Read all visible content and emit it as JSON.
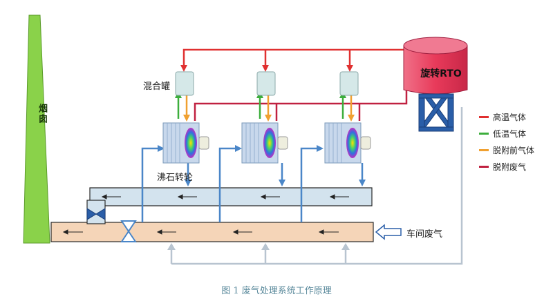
{
  "labels": {
    "chimney": "烟囱",
    "mixing_tank": "混合罐",
    "zeolite_wheel": "沸石转轮",
    "rto": "旋转RTO",
    "workshop_exhaust": "车间废气"
  },
  "legend": [
    {
      "label": "高温气体",
      "color": "#e03030"
    },
    {
      "label": "低温气体",
      "color": "#3cae3c"
    },
    {
      "label": "脱附前气体",
      "color": "#f0a030"
    },
    {
      "label": "脱附废气",
      "color": "#c02040"
    }
  ],
  "caption": "图 1   废气处理系统工作原理",
  "colors": {
    "stack": "#8ad24a",
    "rto_body": "#e83a5a",
    "rto_support": "#2a5ea8",
    "upper_duct": "#d3e3ee",
    "lower_duct": "#f5d5b8",
    "blue_line": "#4a86c8",
    "gray_line": "#b8c4d0"
  },
  "icons": {
    "valve": "butterfly-valve-icon",
    "arrow": "flow-arrow-icon"
  }
}
